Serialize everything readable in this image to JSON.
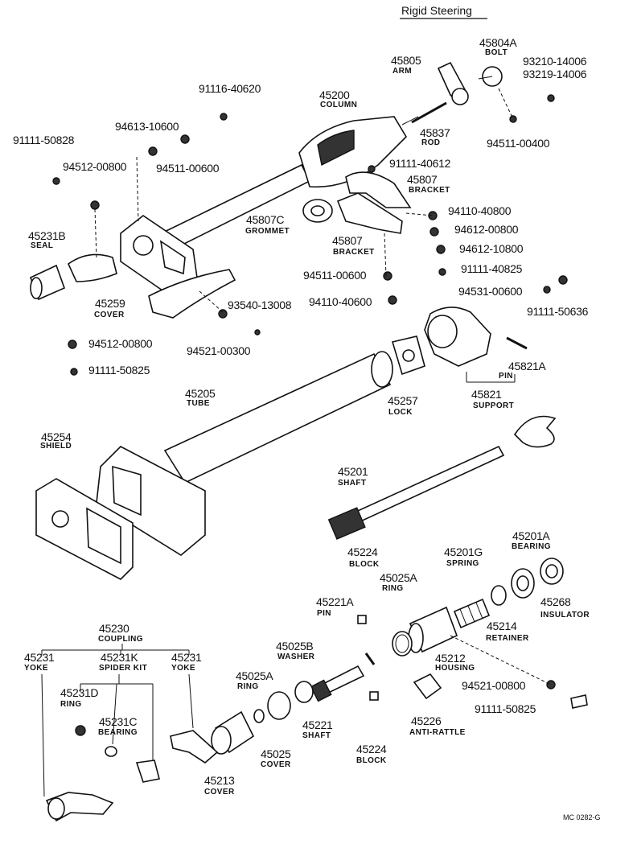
{
  "title": "Rigid Steering",
  "corner_code": "MC 0282-G",
  "callouts": [
    {
      "id": "c01",
      "number": "45805",
      "label": "ARM"
    },
    {
      "id": "c02",
      "number": "45804A",
      "label": "BOLT"
    },
    {
      "id": "c03",
      "number": "93210-14006",
      "label": ""
    },
    {
      "id": "c04",
      "number": "93219-14006",
      "label": ""
    },
    {
      "id": "c05",
      "number": "91116-40620",
      "label": ""
    },
    {
      "id": "c06",
      "number": "45200",
      "label": "COLUMN"
    },
    {
      "id": "c07",
      "number": "45837",
      "label": "ROD"
    },
    {
      "id": "c08",
      "number": "94511-00400",
      "label": ""
    },
    {
      "id": "c09",
      "number": "94613-10600",
      "label": ""
    },
    {
      "id": "c10",
      "number": "94511-00600",
      "label": ""
    },
    {
      "id": "c11",
      "number": "91111-50828",
      "label": ""
    },
    {
      "id": "c12",
      "number": "94512-00800",
      "label": ""
    },
    {
      "id": "c13",
      "number": "91111-40612",
      "label": ""
    },
    {
      "id": "c14",
      "number": "45807",
      "label": "BRACKET"
    },
    {
      "id": "c15",
      "number": "45807C",
      "label": "GROMMET"
    },
    {
      "id": "c16",
      "number": "94110-40800",
      "label": ""
    },
    {
      "id": "c17",
      "number": "94612-00800",
      "label": ""
    },
    {
      "id": "c18",
      "number": "45807",
      "label": "BRACKET"
    },
    {
      "id": "c19",
      "number": "94612-10800",
      "label": ""
    },
    {
      "id": "c20",
      "number": "45231B",
      "label": "SEAL"
    },
    {
      "id": "c21",
      "number": "91111-40825",
      "label": ""
    },
    {
      "id": "c22",
      "number": "94511-00600",
      "label": ""
    },
    {
      "id": "c23",
      "number": "94531-00600",
      "label": ""
    },
    {
      "id": "c24",
      "number": "45259",
      "label": "COVER"
    },
    {
      "id": "c25",
      "number": "93540-13008",
      "label": ""
    },
    {
      "id": "c26",
      "number": "94110-40600",
      "label": ""
    },
    {
      "id": "c27",
      "number": "91111-50636",
      "label": ""
    },
    {
      "id": "c28",
      "number": "94512-00800",
      "label": ""
    },
    {
      "id": "c29",
      "number": "94521-00300",
      "label": ""
    },
    {
      "id": "c30",
      "number": "45821A",
      "label": "PIN"
    },
    {
      "id": "c31",
      "number": "91111-50825",
      "label": ""
    },
    {
      "id": "c32",
      "number": "45257",
      "label": "LOCK"
    },
    {
      "id": "c33",
      "number": "45821",
      "label": "SUPPORT"
    },
    {
      "id": "c34",
      "number": "45205",
      "label": "TUBE"
    },
    {
      "id": "c35",
      "number": "45254",
      "label": "SHIELD"
    },
    {
      "id": "c36",
      "number": "45201",
      "label": "SHAFT"
    },
    {
      "id": "c37",
      "number": "45201A",
      "label": "BEARING"
    },
    {
      "id": "c38",
      "number": "45224",
      "label": "BLOCK"
    },
    {
      "id": "c39",
      "number": "45201G",
      "label": "SPRING"
    },
    {
      "id": "c40",
      "number": "45025A",
      "label": "RING"
    },
    {
      "id": "c41",
      "number": "45268",
      "label": "INSULATOR"
    },
    {
      "id": "c42",
      "number": "45221A",
      "label": "PIN"
    },
    {
      "id": "c43",
      "number": "45214",
      "label": "RETAINER"
    },
    {
      "id": "c44",
      "number": "45230",
      "label": "COUPLING"
    },
    {
      "id": "c45",
      "number": "45212",
      "label": "HOUSING"
    },
    {
      "id": "c46",
      "number": "45231",
      "label": "YOKE"
    },
    {
      "id": "c47",
      "number": "45231K",
      "label": "SPIDER KIT"
    },
    {
      "id": "c48",
      "number": "45231",
      "label": "YOKE"
    },
    {
      "id": "c49",
      "number": "45025B",
      "label": "WASHER"
    },
    {
      "id": "c50",
      "number": "45025A",
      "label": "RING"
    },
    {
      "id": "c51",
      "number": "94521-00800",
      "label": ""
    },
    {
      "id": "c52",
      "number": "45231D",
      "label": "RING"
    },
    {
      "id": "c53",
      "number": "91111-50825",
      "label": ""
    },
    {
      "id": "c54",
      "number": "45226",
      "label": "ANTI-RATTLE"
    },
    {
      "id": "c55",
      "number": "45231C",
      "label": "BEARING"
    },
    {
      "id": "c56",
      "number": "45221",
      "label": "SHAFT"
    },
    {
      "id": "c57",
      "number": "45025",
      "label": "COVER"
    },
    {
      "id": "c58",
      "number": "45224",
      "label": "BLOCK"
    },
    {
      "id": "c59",
      "number": "45213",
      "label": "COVER"
    }
  ]
}
